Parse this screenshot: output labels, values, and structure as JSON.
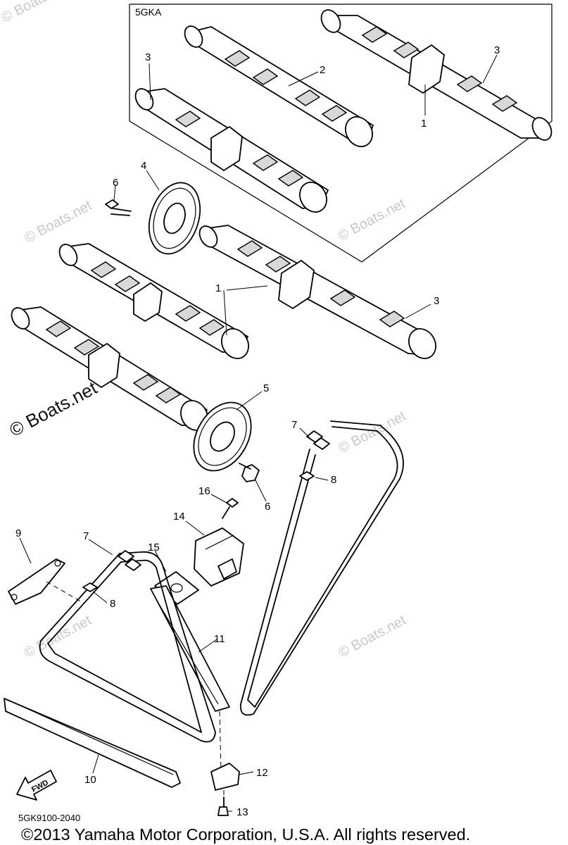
{
  "variant_box_label": "5GKA",
  "callouts": {
    "c1a": "1",
    "c1b": "1",
    "c2": "2",
    "c3a": "3",
    "c3b": "3",
    "c3c": "3",
    "c4": "4",
    "c5": "5",
    "c6a": "6",
    "c6b": "6",
    "c7a": "7",
    "c7b": "7",
    "c8a": "8",
    "c8b": "8",
    "c9": "9",
    "c10": "10",
    "c11": "11",
    "c12": "12",
    "c13": "13",
    "c14": "14",
    "c15": "15",
    "c16": "16"
  },
  "watermark": "© Boats.net",
  "fwd_label": "FWD",
  "drawing_code": "5GK9100-2040",
  "copyright": "©2013 Yamaha Motor Corporation, U.S.A. All rights reserved."
}
